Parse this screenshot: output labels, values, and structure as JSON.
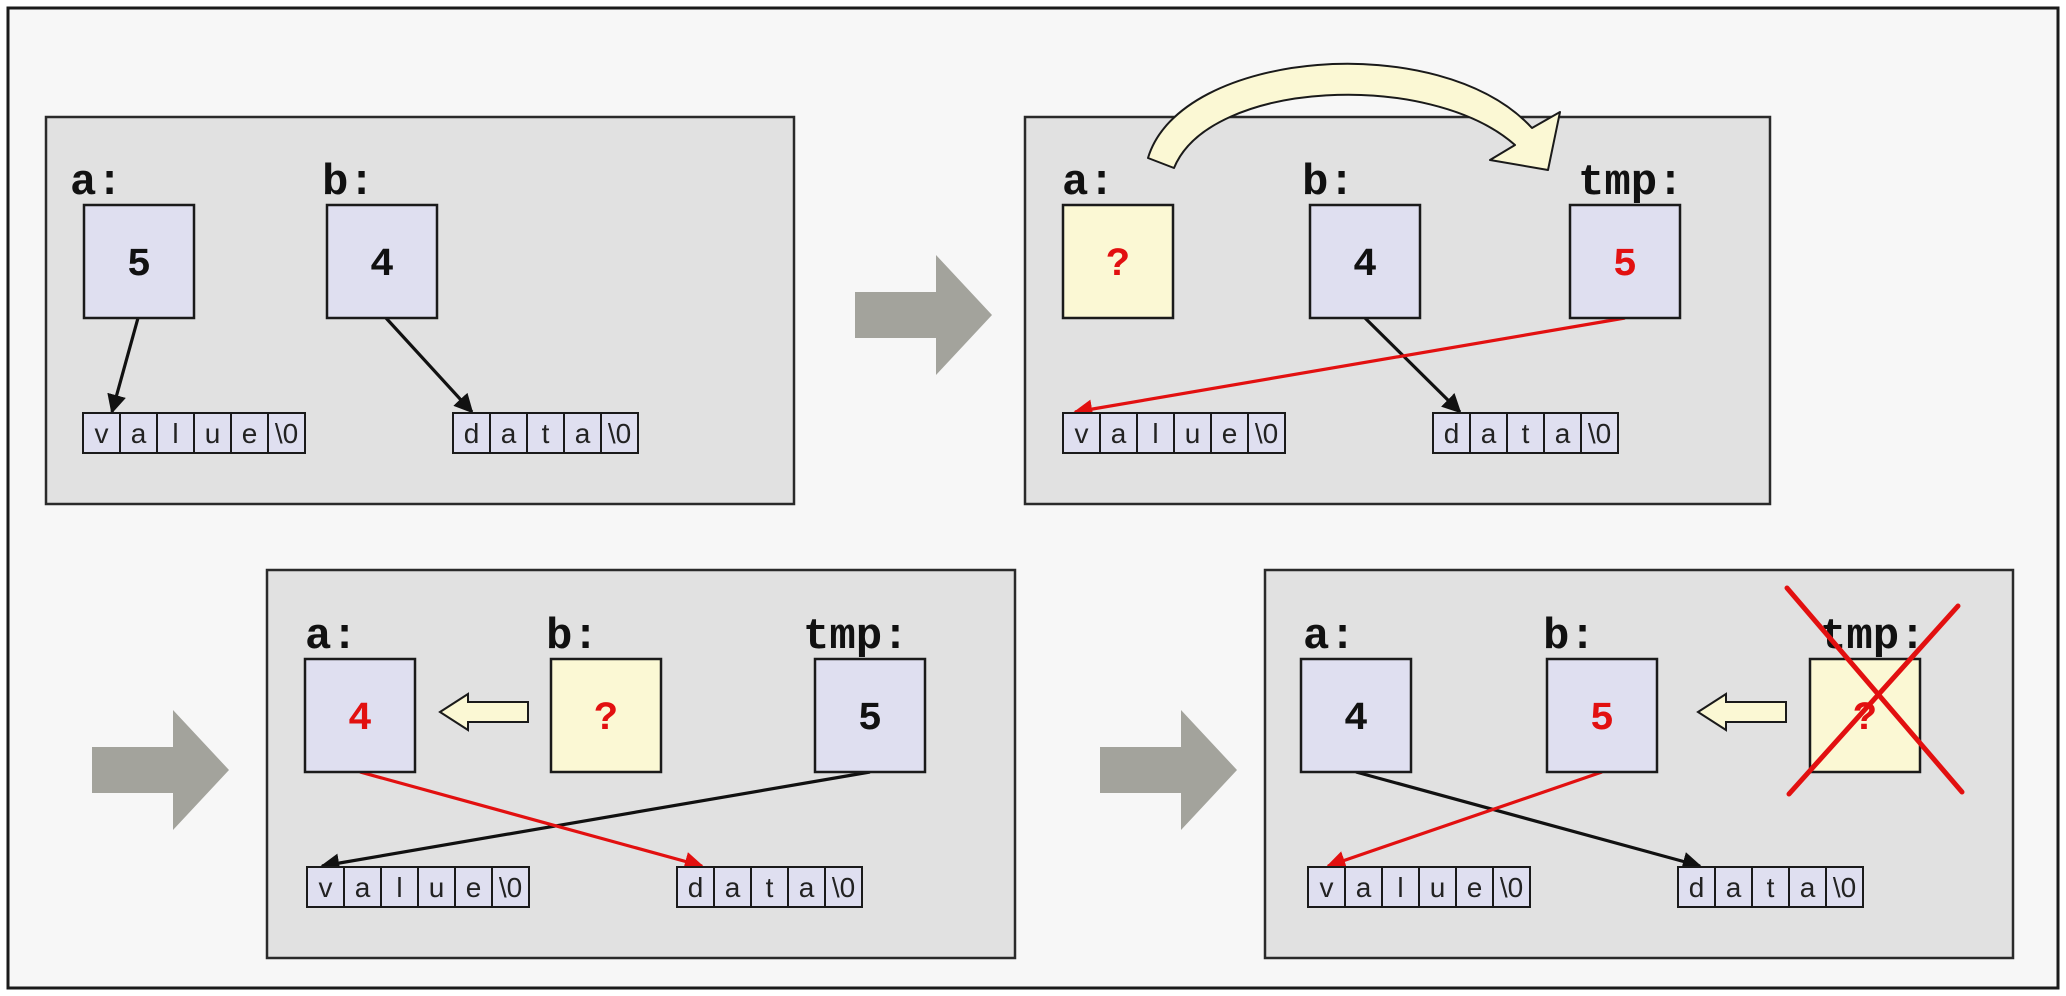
{
  "colors": {
    "frame_bg": "#f7f7f7",
    "panel_bg": "#e1e1e1",
    "var_box_fill": "#dfdff0",
    "unknown_box_fill": "#fbf8d4",
    "step_arrow": "#a3a39c",
    "move_arrow_fill": "#fbf8d4",
    "highlight": "#e21010",
    "text": "#111111"
  },
  "icons": {
    "step": "step-arrow-icon",
    "move": "move-arrow-icon",
    "copy": "curved-copy-arrow-icon",
    "deleted": "red-cross-icon"
  },
  "strings": {
    "value": [
      "v",
      "a",
      "l",
      "u",
      "e",
      "\\0"
    ],
    "data": [
      "d",
      "a",
      "t",
      "a",
      "\\0"
    ]
  },
  "panels": [
    {
      "step": 1,
      "vars": [
        {
          "label": "a:",
          "value": "5",
          "state": "normal"
        },
        {
          "label": "b:",
          "value": "4",
          "state": "normal"
        }
      ]
    },
    {
      "step": 2,
      "vars": [
        {
          "label": "a:",
          "value": "?",
          "state": "unknown"
        },
        {
          "label": "b:",
          "value": "4",
          "state": "normal"
        },
        {
          "label": "tmp:",
          "value": "5",
          "state": "changed"
        }
      ]
    },
    {
      "step": 3,
      "vars": [
        {
          "label": "a:",
          "value": "4",
          "state": "changed"
        },
        {
          "label": "b:",
          "value": "?",
          "state": "unknown"
        },
        {
          "label": "tmp:",
          "value": "5",
          "state": "normal"
        }
      ]
    },
    {
      "step": 4,
      "vars": [
        {
          "label": "a:",
          "value": "4",
          "state": "normal"
        },
        {
          "label": "b:",
          "value": "5",
          "state": "changed"
        },
        {
          "label": "tmp:",
          "value": "?",
          "state": "deleted"
        }
      ]
    }
  ]
}
